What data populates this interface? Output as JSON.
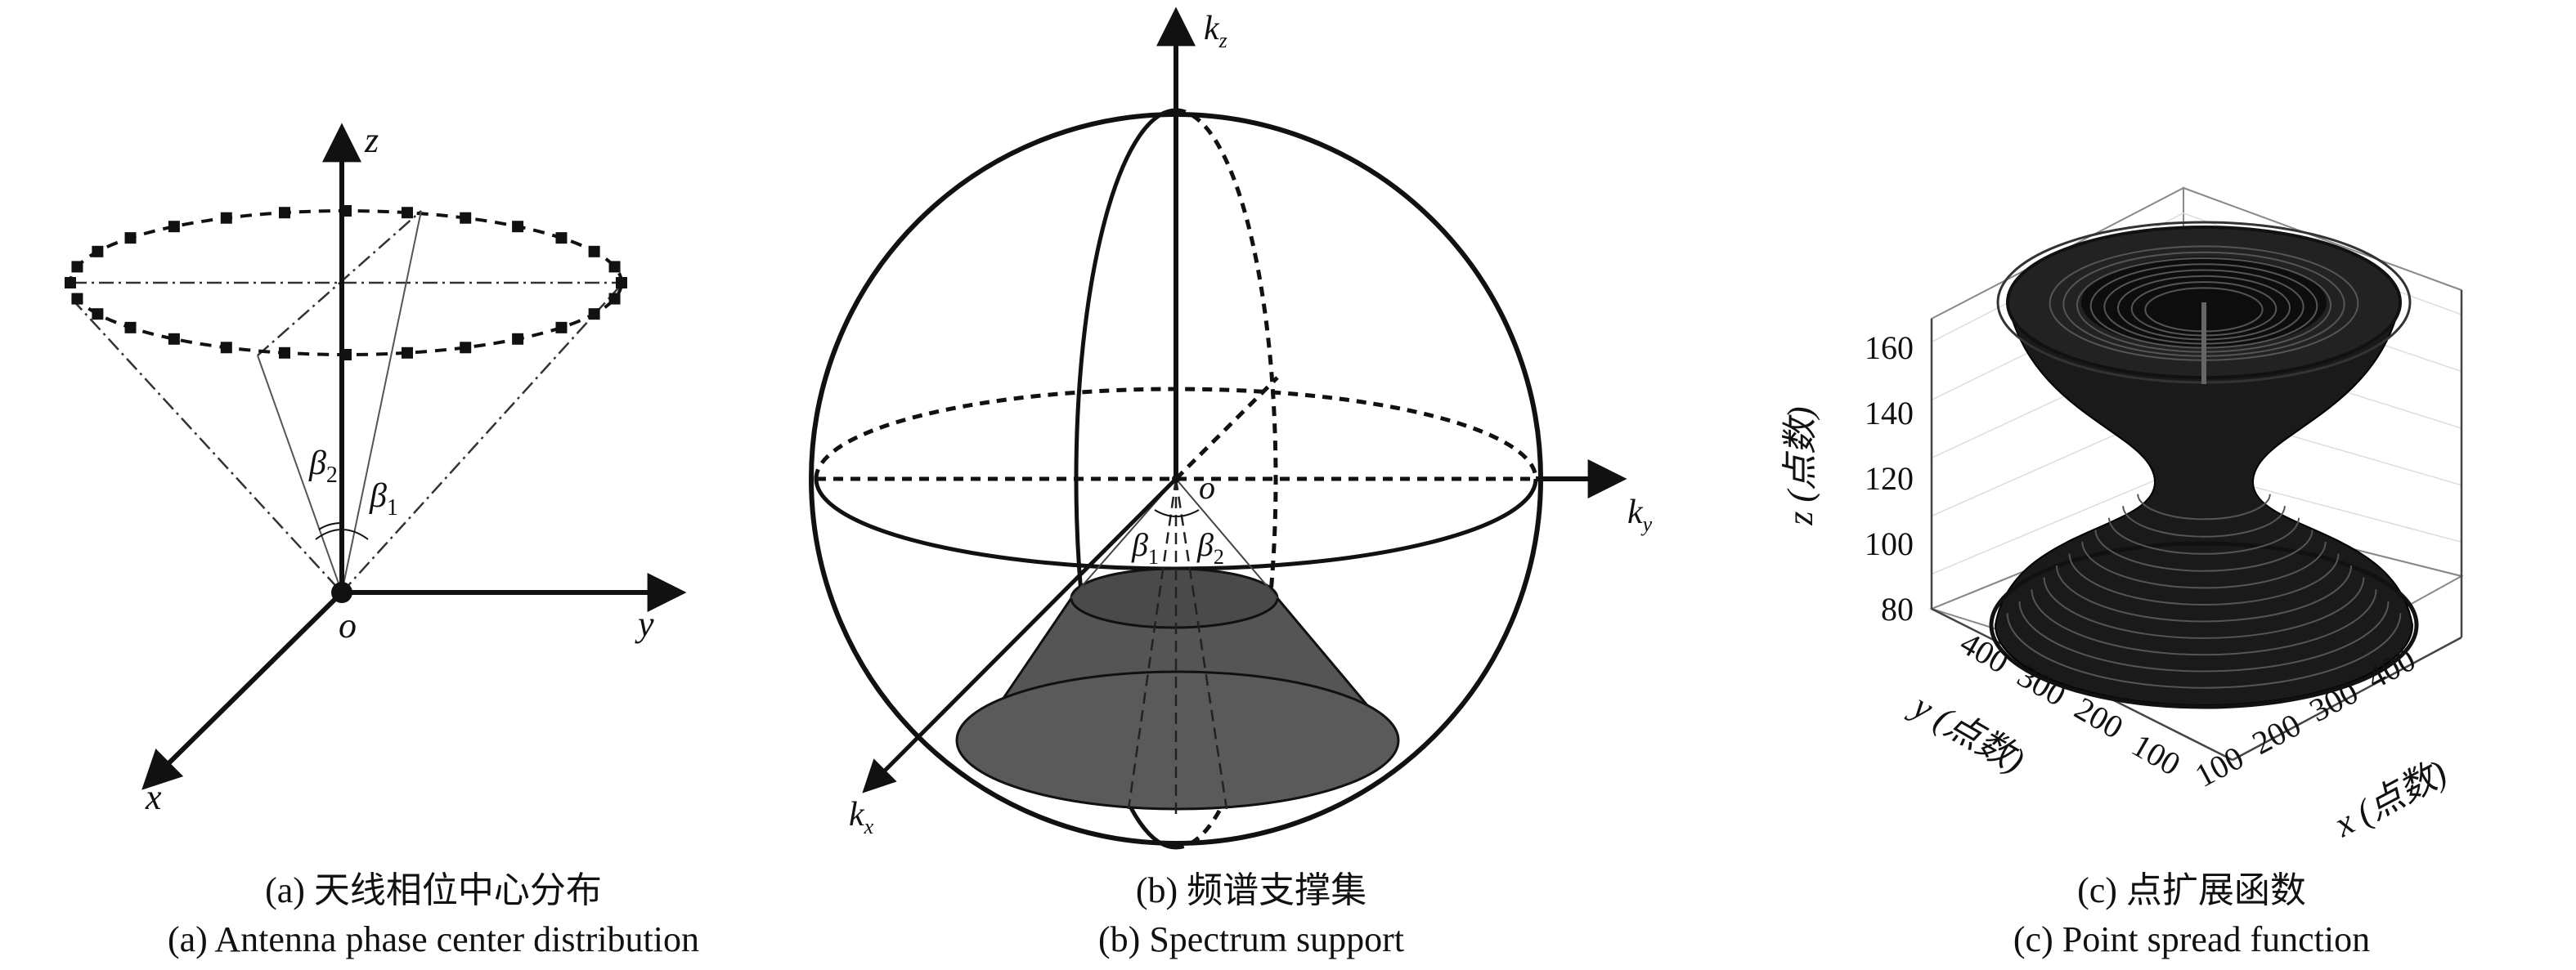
{
  "panel_a": {
    "caption_cn": "(a) 天线相位中心分布",
    "caption_en": "(a) Antenna phase center distribution",
    "axis_z": "z",
    "axis_y": "y",
    "axis_x": "x",
    "origin": "o",
    "angle_beta1": "β",
    "angle_beta1_sub": "1",
    "angle_beta2": "β",
    "angle_beta2_sub": "2"
  },
  "panel_b": {
    "caption_cn": "(b) 频谱支撑集",
    "caption_en": "(b) Spectrum support",
    "axis_kz": "k",
    "axis_kz_sub": "z",
    "axis_ky": "k",
    "axis_ky_sub": "y",
    "axis_kx": "k",
    "axis_kx_sub": "x",
    "origin": "o",
    "angle_beta1": "β",
    "angle_beta1_sub": "1",
    "angle_beta2": "β",
    "angle_beta2_sub": "2"
  },
  "panel_c": {
    "caption_cn": "(c) 点扩展函数",
    "caption_en": "(c) Point spread function",
    "z_label": "z (点数)",
    "y_label": "y (点数)",
    "x_label": "x (点数)",
    "z_ticks": [
      "80",
      "100",
      "120",
      "140",
      "160"
    ],
    "y_ticks": [
      "400",
      "300",
      "200",
      "100"
    ],
    "x_ticks": [
      "100",
      "200",
      "300",
      "400"
    ],
    "surface_color": "#1a1a1a"
  }
}
